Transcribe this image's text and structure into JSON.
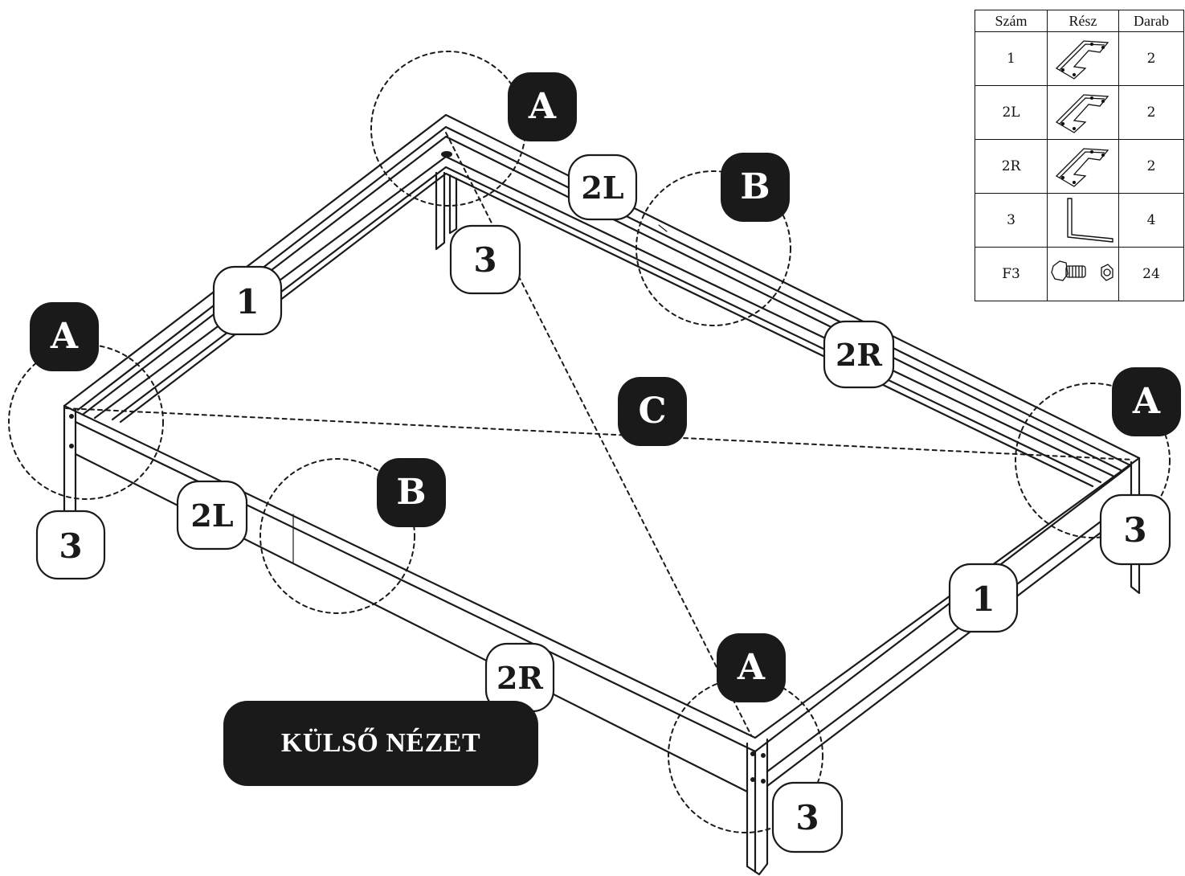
{
  "table": {
    "headers": {
      "number": "Szám",
      "part": "Rész",
      "count": "Darab"
    },
    "rows": [
      {
        "number": "1",
        "count": "2",
        "icon": "flat-plate-icon"
      },
      {
        "number": "2L",
        "count": "2",
        "icon": "flat-plate-icon"
      },
      {
        "number": "2R",
        "count": "2",
        "icon": "flat-plate-icon"
      },
      {
        "number": "3",
        "count": "4",
        "icon": "angle-bracket-icon"
      },
      {
        "number": "F3",
        "count": "24",
        "icon": "bolt-nut-icon"
      }
    ]
  },
  "banner": {
    "label": "KÜLSŐ NÉZET"
  },
  "callouts": {
    "part_1": "1",
    "part_2l": "2L",
    "part_2r": "2R",
    "part_3": "3",
    "detail_a": "A",
    "detail_b": "B",
    "detail_c": "C"
  },
  "colors": {
    "ink": "#1a1a1a",
    "paper": "#ffffff"
  }
}
